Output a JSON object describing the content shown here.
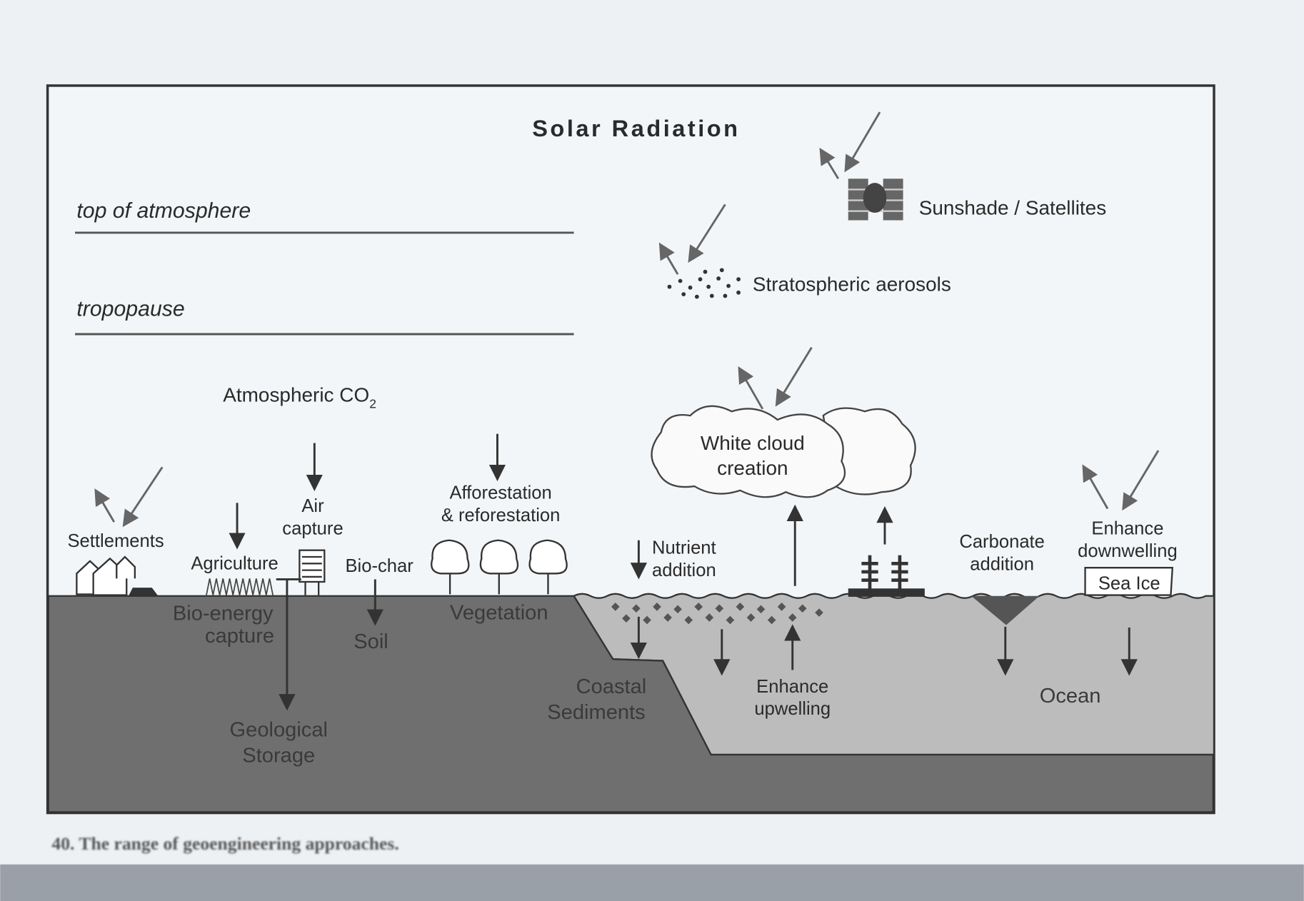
{
  "title": "Solar Radiation",
  "layers": {
    "top": "top of atmosphere",
    "tropopause": "tropopause"
  },
  "labels": {
    "sunshade": "Sunshade / Satellites",
    "aerosols": "Stratospheric aerosols",
    "co2_main": "Atmospheric CO",
    "co2_sub": "2",
    "cloud_1": "White cloud",
    "cloud_2": "creation",
    "settlements": "Settlements",
    "agriculture": "Agriculture",
    "air_capture_1": "Air",
    "air_capture_2": "capture",
    "biochar": "Bio-char",
    "afforestation_1": "Afforestation",
    "afforestation_2": "& reforestation",
    "nutrient_1": "Nutrient",
    "nutrient_2": "addition",
    "carbonate_1": "Carbonate",
    "carbonate_2": "addition",
    "downwelling_1": "Enhance",
    "downwelling_2": "downwelling",
    "sea_ice": "Sea Ice",
    "bioenergy_1": "Bio-energy",
    "bioenergy_2": "capture",
    "soil": "Soil",
    "vegetation": "Vegetation",
    "coastal_1": "Coastal",
    "coastal_2": "Sediments",
    "upwelling_1": "Enhance",
    "upwelling_2": "upwelling",
    "ocean": "Ocean",
    "geological_1": "Geological",
    "geological_2": "Storage"
  },
  "caption": "40. The range of geoengineering approaches.",
  "colors": {
    "ground": "#6f6f6f",
    "ocean": "#bcbcbc",
    "paper": "#f1f4f6"
  }
}
